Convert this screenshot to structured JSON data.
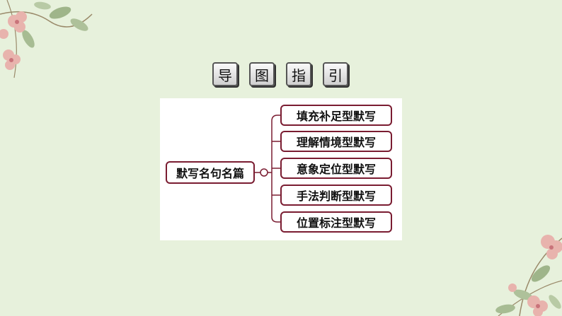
{
  "title_chars": [
    "导",
    "图",
    "指",
    "引"
  ],
  "mindmap": {
    "root": "默写名句名篇",
    "branches": [
      "填充补足型默写",
      "理解情境型默写",
      "意象定位型默写",
      "手法判断型默写",
      "位置标注型默写"
    ]
  },
  "colors": {
    "background": "#e7f1dc",
    "node_border": "#7a1c31",
    "panel": "#ffffff"
  }
}
